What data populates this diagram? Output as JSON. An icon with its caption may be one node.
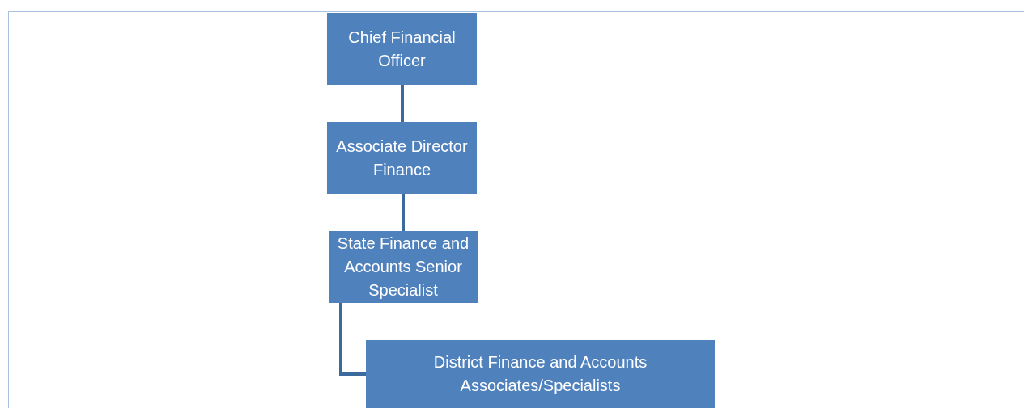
{
  "diagram": {
    "nodes": [
      {
        "text": [
          "Chief Financial Officer"
        ]
      },
      {
        "text": [
          "Associate Director Finance"
        ]
      },
      {
        "text": [
          "State Finance and Accounts Senior Specialist"
        ]
      },
      {
        "text": [
          "District Finance and Accounts Associates/Specialists"
        ]
      }
    ],
    "edges": [
      {
        "from": 0,
        "to": 1,
        "arrow": "none"
      },
      {
        "from": 1,
        "to": 2,
        "arrow": "none"
      },
      {
        "from": 2,
        "to": 3,
        "arrow": "none"
      }
    ]
  }
}
